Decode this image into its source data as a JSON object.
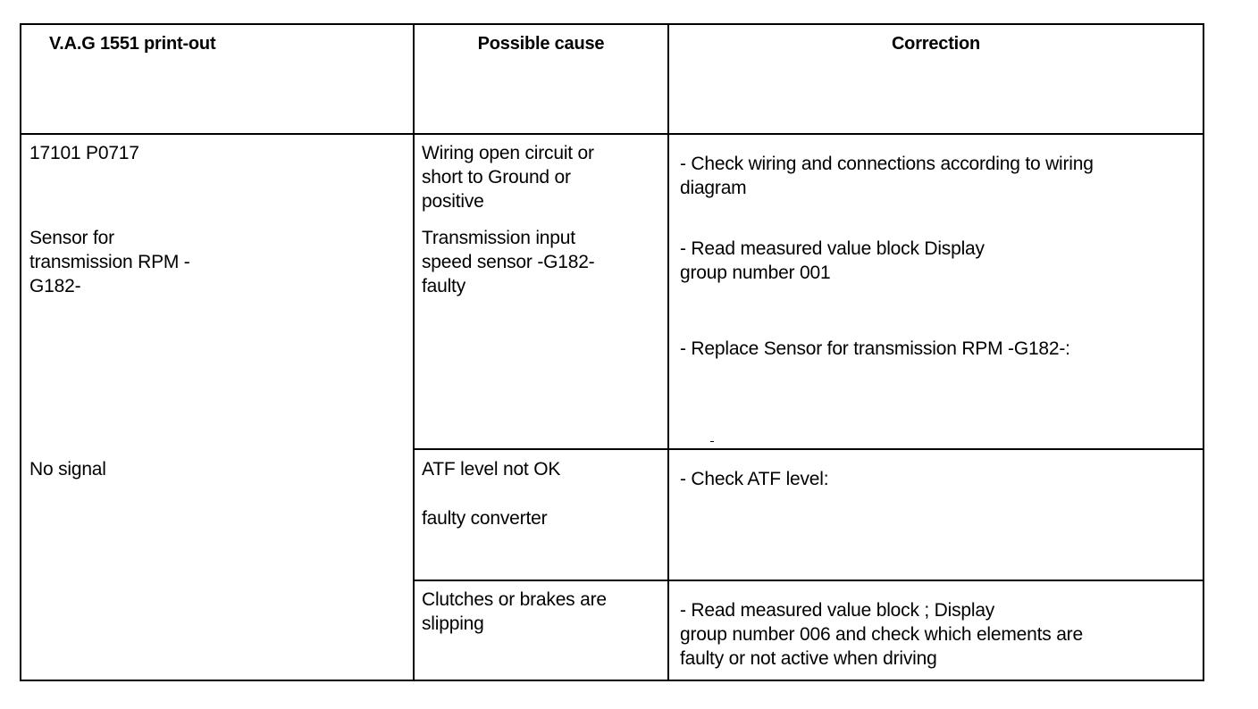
{
  "table": {
    "headers": {
      "printout": "V.A.G 1551 print-out",
      "cause": "Possible cause",
      "correction": "Correction"
    },
    "fault": {
      "code": "17101 P0717",
      "component": "Sensor for\ntransmission RPM -\nG182-",
      "symptom": "No signal"
    },
    "rows": [
      {
        "causes": [
          "Wiring open circuit or\nshort to Ground or\npositive",
          "Transmission input\nspeed sensor -G182-\nfaulty"
        ],
        "corrections": [
          "- Check wiring and connections according to wiring\ndiagram",
          "- Read measured value block  Display\ngroup number 001",
          "- Replace Sensor for transmission RPM -G182-:"
        ]
      },
      {
        "causes": [
          "ATF level not OK",
          "faulty converter"
        ],
        "corrections": [
          "- Check ATF level:"
        ]
      },
      {
        "causes": [
          "Clutches or brakes are\nslipping"
        ],
        "corrections": [
          "- Read measured value block ; Display\ngroup number 006 and check which elements are\nfaulty or not active when driving"
        ]
      }
    ]
  }
}
